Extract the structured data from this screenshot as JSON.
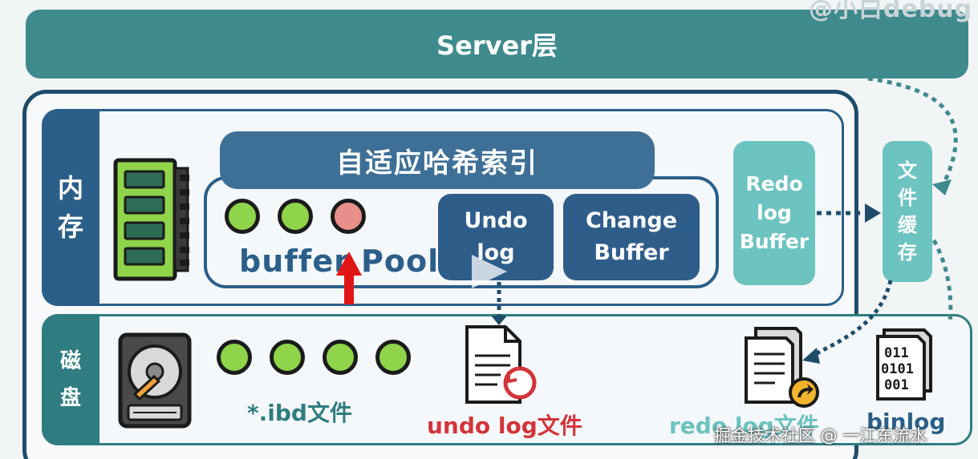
{
  "server": {
    "label": "Server层"
  },
  "watermark_top": "@小白debug",
  "memory": {
    "label_chars": [
      "内",
      "存"
    ],
    "adaptive_hash_index": "自适应哈希索引",
    "buffer_pool_label": "buffer Pool",
    "undo_log_lines": [
      "Undo",
      "log"
    ],
    "change_buffer_lines": [
      "Change",
      "Buffer"
    ],
    "redo_log_buffer_lines": [
      "Redo",
      "log",
      "Buffer"
    ],
    "file_cache_chars": [
      "文",
      "件",
      "缓",
      "存"
    ]
  },
  "disk": {
    "label_chars": [
      "磁",
      "盘"
    ],
    "ibd_caption": "*.ibd文件",
    "undo_file_caption": "undo log文件",
    "redo_file_caption": "redo log文件",
    "binlog_caption": "binlog",
    "binlog_icon_text": [
      "011",
      "0101",
      "001"
    ]
  },
  "watermark_bottom": "掘金技术社区 @ 一江东流水",
  "colors": {
    "server": "#3f8a8d",
    "memory": "#2b5f8a",
    "disk": "#2f7d80",
    "teal_light": "#6cc3c0",
    "page_green": "#8fd44a",
    "page_dirty": "#e88f8a",
    "arrow_red": "#e01515"
  },
  "icons": [
    "ram-chip-icon",
    "hard-disk-icon",
    "undo-file-icon",
    "redo-file-icon",
    "binlog-file-icon",
    "play-icon"
  ]
}
